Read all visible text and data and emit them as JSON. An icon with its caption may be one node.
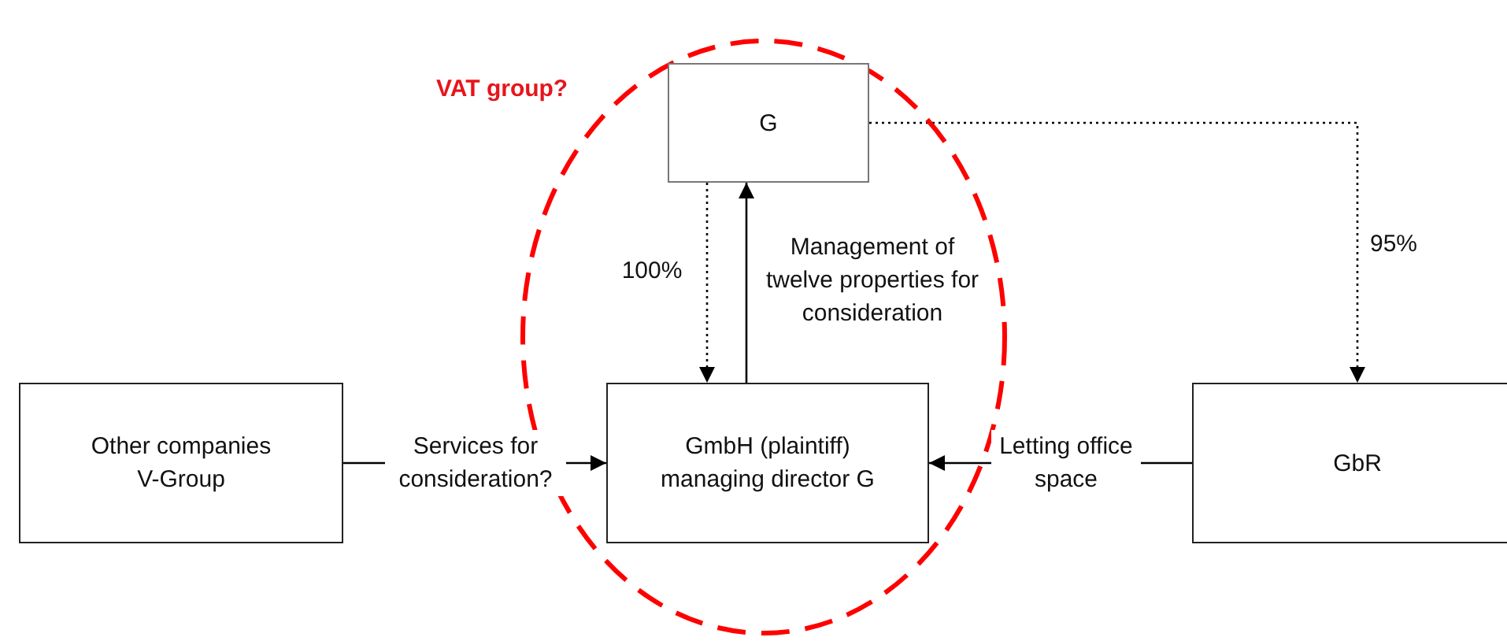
{
  "diagram": {
    "nodes": [
      {
        "text": [
          "VAT group?"
        ]
      },
      {
        "text": [
          "G"
        ],
        "in": 0
      },
      {
        "text": [
          "GmbH (plaintiff) managing director G"
        ],
        "in": 0
      },
      {
        "text": [
          "Other companies V-Group"
        ]
      },
      {
        "text": [
          "GbR"
        ]
      }
    ],
    "edges": [
      {
        "from": 1,
        "to": 2,
        "arrow": "to",
        "label": "100%",
        "style": "dashed"
      },
      {
        "from": 2,
        "to": 1,
        "arrow": "to",
        "label": "Management of twelve properties for consideration"
      },
      {
        "from": 1,
        "to": 4,
        "arrow": "to",
        "label": "95%",
        "style": "dashed"
      },
      {
        "from": 3,
        "to": 2,
        "arrow": "to",
        "label": "Services for consideration?"
      },
      {
        "from": 4,
        "to": 2,
        "arrow": "to",
        "label": "Letting office space"
      }
    ]
  }
}
